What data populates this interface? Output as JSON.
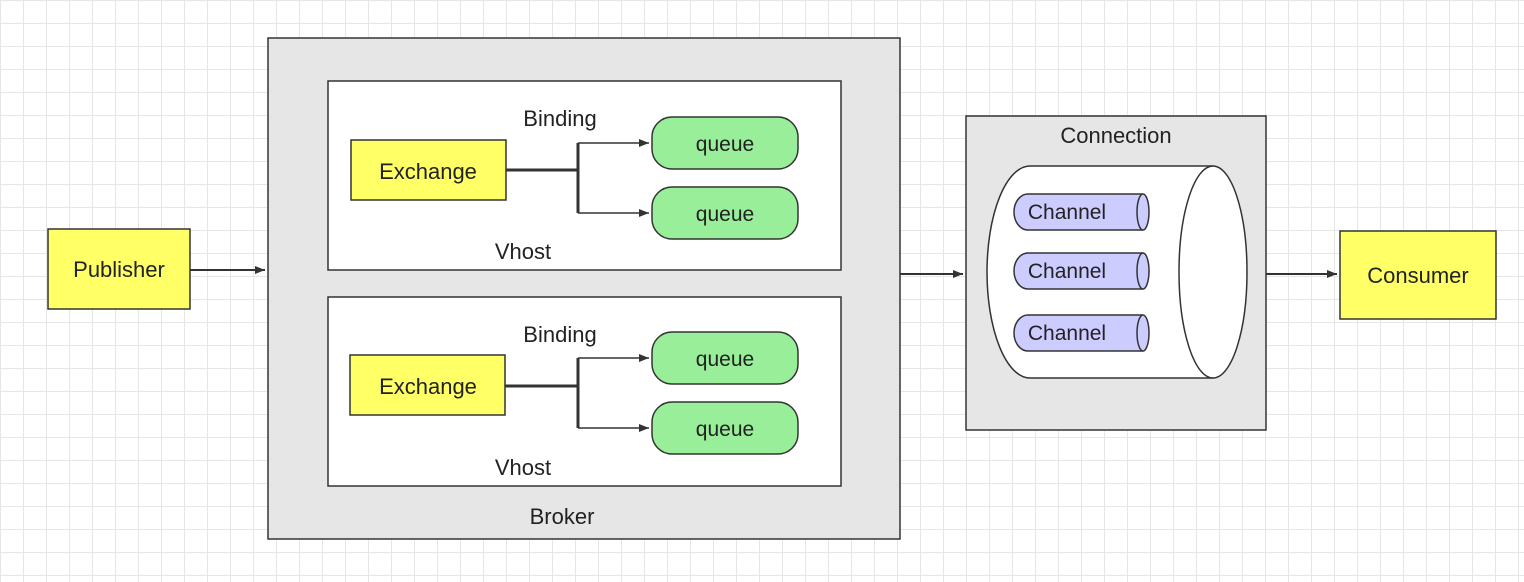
{
  "publisher": {
    "label": "Publisher"
  },
  "broker": {
    "label": "Broker",
    "vhosts": [
      {
        "label": "Vhost",
        "binding_label": "Binding",
        "exchange_label": "Exchange",
        "queues": [
          "queue",
          "queue"
        ]
      },
      {
        "label": "Vhost",
        "binding_label": "Binding",
        "exchange_label": "Exchange",
        "queues": [
          "queue",
          "queue"
        ]
      }
    ]
  },
  "connection": {
    "label": "Connection",
    "channels": [
      "Channel",
      "Channel",
      "Channel"
    ]
  },
  "consumer": {
    "label": "Consumer"
  },
  "colors": {
    "endpoint_fill": "#ffff66",
    "container_fill": "#e6e6e6",
    "queue_fill": "#99ee99",
    "channel_fill": "#ccccff"
  }
}
